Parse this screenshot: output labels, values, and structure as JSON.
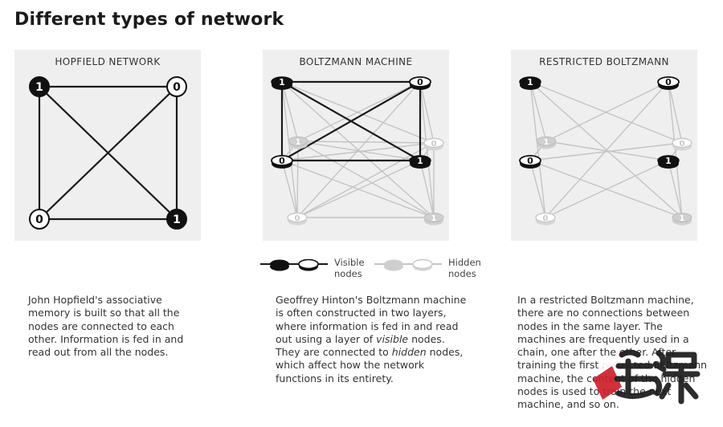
{
  "title": "Different types of network",
  "panels": {
    "hopfield": {
      "title": "HOPFIELD NETWORK",
      "description": "John Hopfield's associative memory is built so that all the nodes are connected to each other. Information is fed in and read out from all the nodes."
    },
    "boltzmann": {
      "title": "BOLTZMANN MACHINE",
      "description_html": "Geoffrey Hinton's Boltzmann machine is often constructed in two layers, where information is fed in and read out using a layer of <i>visible</i> nodes. They are connected to <i>hidden</i> nodes, which affect how the network functions in its entirety."
    },
    "restricted": {
      "title": "RESTRICTED BOLTZMANN",
      "description": "In a restricted Boltzmann machine, there are no connections between nodes in the same layer. The machines are frequently used in a chain, one after the other. After training the first restricted Boltzmann machine, the content of the hidden nodes is used to train the next machine, and so on."
    }
  },
  "legend": {
    "visible_label": "Visible nodes",
    "hidden_label": "Hidden nodes"
  },
  "node_labels": {
    "one": "1",
    "zero": "0"
  },
  "colors": {
    "panel_bg": "#efefef",
    "edge_visible": "#1a1a1a",
    "edge_hidden": "#bdbdbd",
    "node_on_fill": "#111111",
    "node_off_fill": "#ffffff",
    "watermark": "#d0202a"
  },
  "watermark_icon": "brand-watermark-icon"
}
